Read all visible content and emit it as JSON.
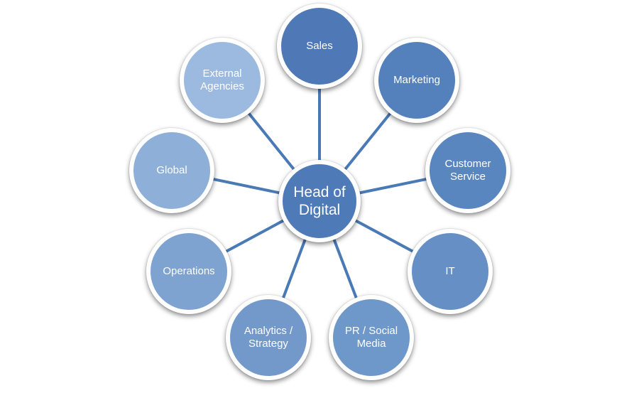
{
  "diagram": {
    "center": {
      "label": "Head of\nDigital",
      "color": "#4f7ab8"
    },
    "line_color": "#4a7ab6",
    "nodes": [
      {
        "id": "sales",
        "label": "Sales",
        "color": "#4e79b6"
      },
      {
        "id": "marketing",
        "label": "Marketing",
        "color": "#5480bb"
      },
      {
        "id": "customer-service",
        "label": "Customer\nService",
        "color": "#5a86bf"
      },
      {
        "id": "it",
        "label": "IT",
        "color": "#6690c5"
      },
      {
        "id": "pr-social-media",
        "label": "PR / Social\nMedia",
        "color": "#6e97ca"
      },
      {
        "id": "analytics-strategy",
        "label": "Analytics /\nStrategy",
        "color": "#7399cb"
      },
      {
        "id": "operations",
        "label": "Operations",
        "color": "#7ea3d1"
      },
      {
        "id": "global",
        "label": "Global",
        "color": "#8dafd8"
      },
      {
        "id": "external-agencies",
        "label": "External\nAgencies",
        "color": "#9cbadf"
      }
    ]
  }
}
